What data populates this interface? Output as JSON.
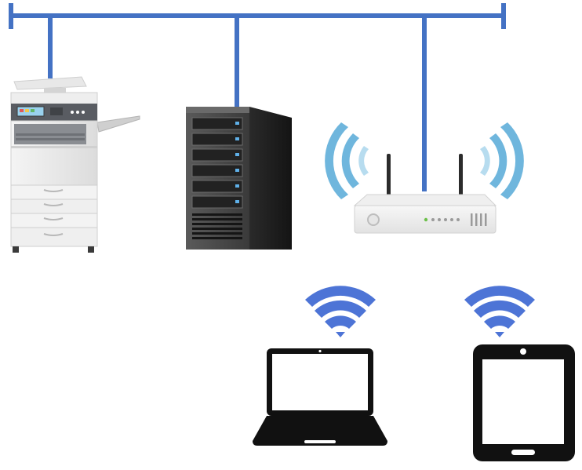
{
  "diagram": {
    "nodes": [
      {
        "id": "printer",
        "icon": "multifunction-printer-icon"
      },
      {
        "id": "server",
        "icon": "tower-server-icon"
      },
      {
        "id": "router",
        "icon": "wireless-router-icon"
      },
      {
        "id": "laptop",
        "icon": "laptop-icon"
      },
      {
        "id": "tablet",
        "icon": "tablet-icon"
      }
    ],
    "wired_connections": [
      "printer",
      "server",
      "router"
    ],
    "wireless_connections": [
      "laptop",
      "tablet"
    ],
    "colors": {
      "network_bus": "#4472C4",
      "router_waves": "#6FB6DD",
      "wifi_symbol": "#4D74D6",
      "device_dark": "#111111"
    }
  }
}
